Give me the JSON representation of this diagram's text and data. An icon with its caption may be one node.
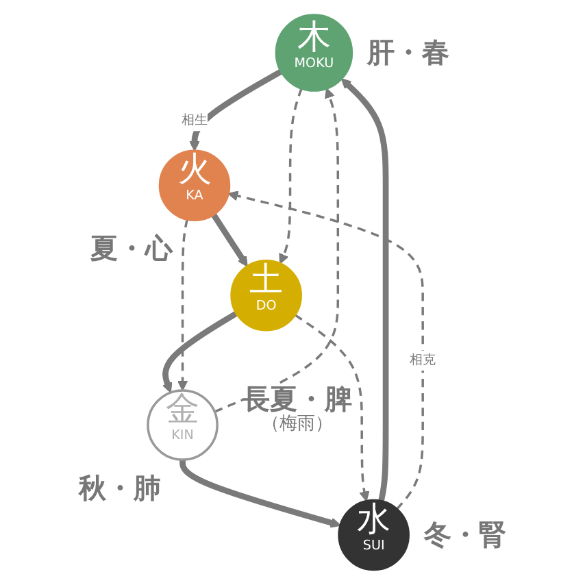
{
  "diagram": {
    "nodes": [
      {
        "text": [
          "木",
          "MOKU"
        ],
        "beside": [
          "肝・春"
        ]
      },
      {
        "text": [
          "火",
          "KA"
        ],
        "beside": [
          "夏・心"
        ]
      },
      {
        "text": [
          "土",
          "DO"
        ],
        "beside": [
          "長夏・脾",
          "（梅雨）"
        ]
      },
      {
        "text": [
          "金",
          "KIN"
        ],
        "beside": [
          "秋・肺"
        ]
      },
      {
        "text": [
          "水",
          "SUI"
        ],
        "beside": [
          "冬・腎"
        ]
      }
    ],
    "edges": [
      {
        "from": 0,
        "to": 1,
        "arrow": "to",
        "label": "相生",
        "style": "thick"
      },
      {
        "from": 1,
        "to": 2,
        "arrow": "to",
        "style": "thick"
      },
      {
        "from": 2,
        "to": 3,
        "arrow": "to",
        "style": "thick"
      },
      {
        "from": 3,
        "to": 4,
        "arrow": "to",
        "style": "thick"
      },
      {
        "from": 4,
        "to": 0,
        "arrow": "to",
        "style": "thick"
      },
      {
        "from": 0,
        "to": 2,
        "arrow": "to",
        "style": "dashed"
      },
      {
        "from": 2,
        "to": 4,
        "arrow": "to",
        "style": "dashed"
      },
      {
        "from": 4,
        "to": 1,
        "arrow": "to",
        "label": "相克",
        "style": "dashed"
      },
      {
        "from": 1,
        "to": 3,
        "arrow": "to",
        "style": "dashed"
      },
      {
        "from": 3,
        "to": 0,
        "arrow": "to",
        "style": "dashed"
      }
    ]
  }
}
